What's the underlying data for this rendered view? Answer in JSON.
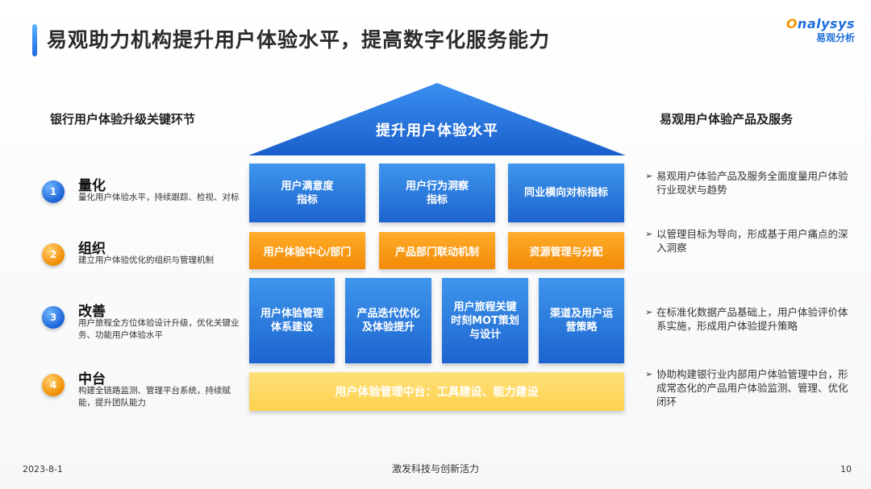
{
  "header": {
    "title": "易观助力机构提升用户体验水平，提高数字化服务能力",
    "logo_en_o": "O",
    "logo_en_rest": "nalysys",
    "logo_cn": "易观分析"
  },
  "left": {
    "heading": "银行用户体验升级关键环节",
    "steps": [
      {
        "num": "1",
        "title": "量化",
        "desc": "量化用户体验水平，持续跟踪、检视、对标"
      },
      {
        "num": "2",
        "title": "组织",
        "desc": "建立用户体验优化的组织与管理机制"
      },
      {
        "num": "3",
        "title": "改善",
        "desc": "用户旅程全方位体验设计升级，优化关键业务、功能用户体验水平"
      },
      {
        "num": "4",
        "title": "中台",
        "desc": "构建全链路监测、管理平台系统，持续赋能，提升团队能力"
      }
    ]
  },
  "house": {
    "roof": "提升用户体验水平",
    "row1": [
      "用户满意度\n指标",
      "用户行为洞察\n指标",
      "同业横向对标指标"
    ],
    "row2": [
      "用户体验中心/部门",
      "产品部门联动机制",
      "资源管理与分配"
    ],
    "row3": [
      "用户体验管理\n体系建设",
      "产品迭代优化\n及体验提升",
      "用户旅程关键\n时刻MOT策划\n与设计",
      "渠道及用户运\n营策略"
    ],
    "base": "用户体验管理中台：工具建设、能力建设"
  },
  "right": {
    "heading": "易观用户体验产品及服务",
    "arrow": "➢",
    "items": [
      "易观用户体验产品及服务全面度量用户体验行业现状与趋势",
      "以管理目标为导向，形成基于用户痛点的深入洞察",
      "在标准化数据产品基础上，用户体验评价体系实施，形成用户体验提升策略",
      "协助构建银行业内部用户体验管理中台，形成常态化的产品用户体验监测、管理、优化闭环"
    ]
  },
  "footer": {
    "date": "2023-8-1",
    "slogan": "激发科技与创新活力",
    "page": "10"
  },
  "colors": {
    "blue": "#1c64cf",
    "orange": "#f28a05",
    "yellow": "#ffd24e"
  }
}
